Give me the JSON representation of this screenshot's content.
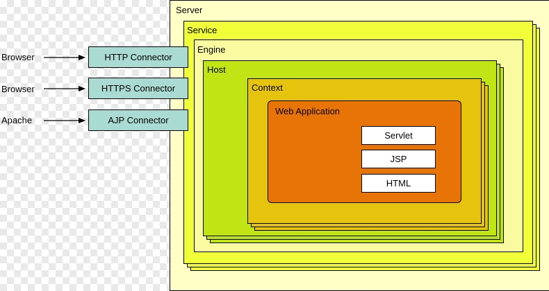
{
  "server": {
    "label": "Server"
  },
  "service": {
    "label": "Service"
  },
  "engine": {
    "label": "Engine"
  },
  "host": {
    "label": "Host"
  },
  "context": {
    "label": "Context"
  },
  "webapp": {
    "label": "Web Application"
  },
  "components": [
    "Servlet",
    "JSP",
    "HTML"
  ],
  "connectors": [
    {
      "client": "Browser",
      "label": "HTTP Connector"
    },
    {
      "client": "Browser",
      "label": "HTTPS Connector"
    },
    {
      "client": "Apache",
      "label": "AJP Connector"
    }
  ],
  "colors": {
    "server": "#ffffc6",
    "service": "#f0ff38",
    "engine": "#fafaa0",
    "host": "#c0e414",
    "context": "#e6c40e",
    "webapp": "#e87306",
    "connector": "#aadbd2"
  }
}
